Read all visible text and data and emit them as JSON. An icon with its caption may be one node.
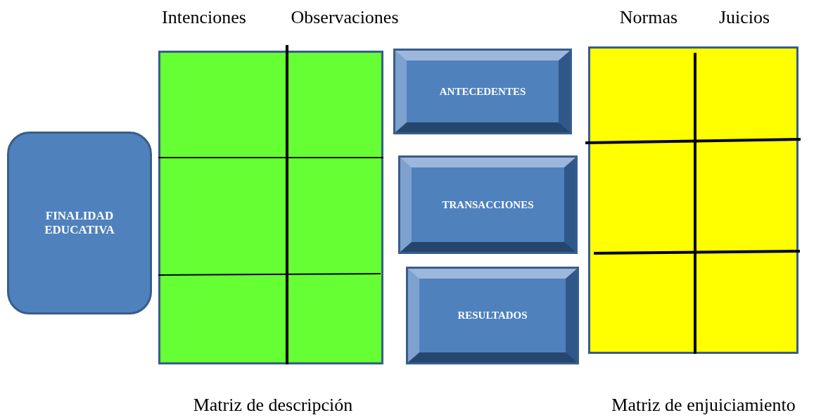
{
  "diagram": {
    "nodes": [
      {
        "text": [
          "FINALIDAD EDUCATIVA"
        ]
      },
      {
        "text": [
          "Intenciones",
          "Observaciones"
        ],
        "beside": [
          "Matriz de descripción"
        ]
      },
      {
        "text": [
          "ANTECEDENTES"
        ]
      },
      {
        "text": [
          "TRANSACCIONES"
        ]
      },
      {
        "text": [
          "RESULTADOS"
        ]
      },
      {
        "text": [
          "Normas",
          "Juicios"
        ],
        "beside": [
          "Matriz de enjuiciamiento"
        ]
      }
    ],
    "edges": []
  }
}
